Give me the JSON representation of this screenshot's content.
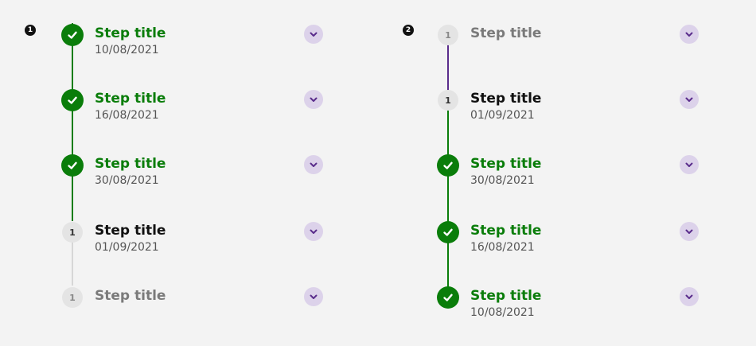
{
  "markers": [
    "1",
    "2"
  ],
  "colors": {
    "completed": "#0a7d0a",
    "pending": "#e4e4e4",
    "chevron_bg": "#dcd2ea",
    "connector_active": "#5a2d8c"
  },
  "stepper_1": [
    {
      "status": "completed",
      "title": "Step title",
      "date": "10/08/2021"
    },
    {
      "status": "completed",
      "title": "Step title",
      "date": "16/08/2021"
    },
    {
      "status": "completed",
      "title": "Step title",
      "date": "30/08/2021"
    },
    {
      "status": "current",
      "number": "1",
      "title": "Step title",
      "date": "01/09/2021"
    },
    {
      "status": "upcoming",
      "number": "1",
      "title": "Step title",
      "date": ""
    }
  ],
  "stepper_2": [
    {
      "status": "upcoming",
      "number": "1",
      "title": "Step title",
      "date": ""
    },
    {
      "status": "current",
      "number": "1",
      "title": "Step title",
      "date": "01/09/2021"
    },
    {
      "status": "completed",
      "title": "Step title",
      "date": "30/08/2021"
    },
    {
      "status": "completed",
      "title": "Step title",
      "date": "16/08/2021"
    },
    {
      "status": "completed",
      "title": "Step title",
      "date": "10/08/2021"
    }
  ],
  "icons": {
    "check": "check-icon",
    "expand": "chevron-down-icon"
  }
}
